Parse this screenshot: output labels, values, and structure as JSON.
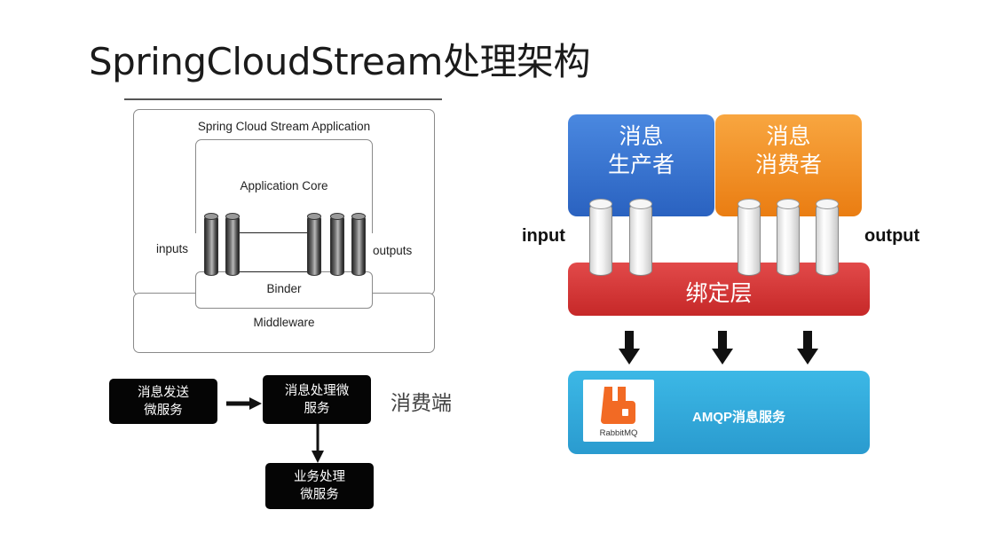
{
  "title": "SpringCloudStream处理架构",
  "left_diagram": {
    "app_label": "Spring Cloud Stream Application",
    "core_label": "Application Core",
    "inputs_label": "inputs",
    "outputs_label": "outputs",
    "binder_label": "Binder",
    "middleware_label": "Middleware"
  },
  "flow": {
    "sender": "消息发送\n微服务",
    "processor": "消息处理微\n服务",
    "business": "业务处理\n微服务",
    "consumer_side": "消费端"
  },
  "right_diagram": {
    "producer": "消息\n生产者",
    "consumer": "消息\n消费者",
    "input_label": "input",
    "output_label": "output",
    "binding_layer": "绑定层",
    "amqp_service": "AMQP消息服务",
    "rabbitmq_logo_text": "RabbitMQ",
    "colors": {
      "producer": "#2e6fcf",
      "consumer": "#f08a1c",
      "binding": "#d83a3a",
      "amqp": "#2fa6d8"
    }
  }
}
